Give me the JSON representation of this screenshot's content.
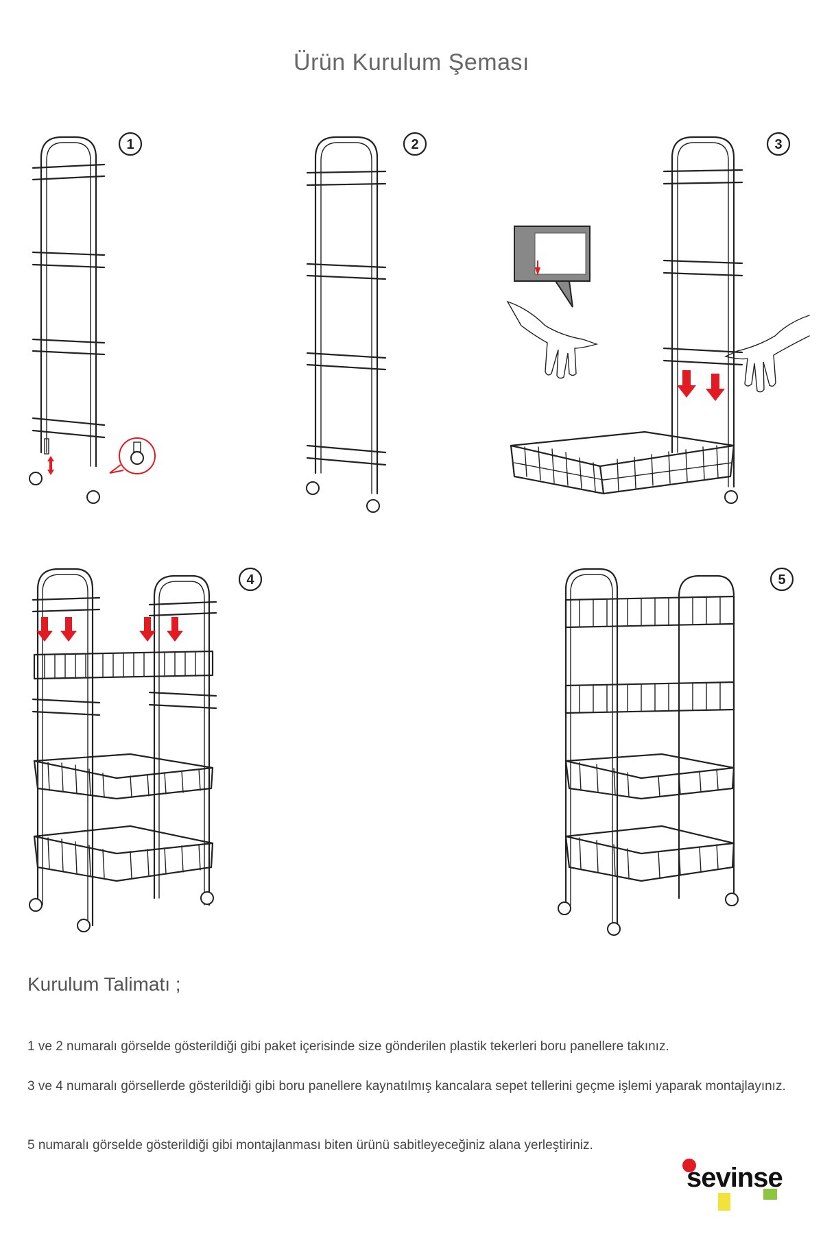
{
  "title": "Ürün Kurulum Şeması",
  "steps": [
    {
      "number": "1"
    },
    {
      "number": "2"
    },
    {
      "number": "3"
    },
    {
      "number": "4"
    },
    {
      "number": "5"
    }
  ],
  "instructions": {
    "heading": "Kurulum Talimatı ;",
    "paragraphs": [
      "1 ve 2  numaralı görselde gösterildiği gibi paket içerisinde size gönderilen plastik tekerleri boru panellere takınız.",
      "3 ve 4 numaralı görsellerde gösterildiği gibi boru panellere kaynatılmış kancalara sepet tellerini geçme işlemi yaparak montajlayınız.",
      "5 numaralı görselde gösterildiği gibi montajlanması biten ürünü  sabitleyeceğiniz  alana yerleştiriniz."
    ]
  },
  "brand": {
    "logo_text": "sevinse",
    "colors": {
      "red": "#e21b23",
      "yellow": "#f3e23a",
      "green": "#8cc63f"
    }
  },
  "colors": {
    "arrow": "#e21b23",
    "line": "#222222",
    "text": "#444444"
  }
}
